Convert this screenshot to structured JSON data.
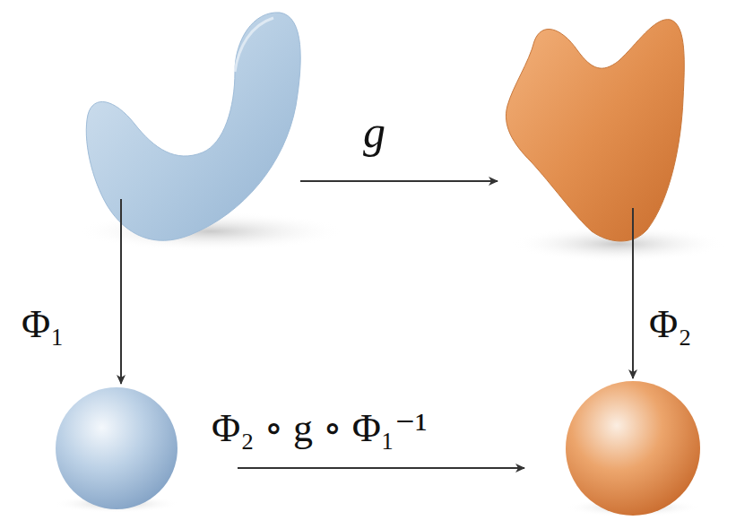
{
  "diagram": {
    "labels": [
      "g",
      "Φ₁",
      "Φ₂",
      "Φ₂ ∘ g ∘ Φ₁⁻¹"
    ]
  }
}
